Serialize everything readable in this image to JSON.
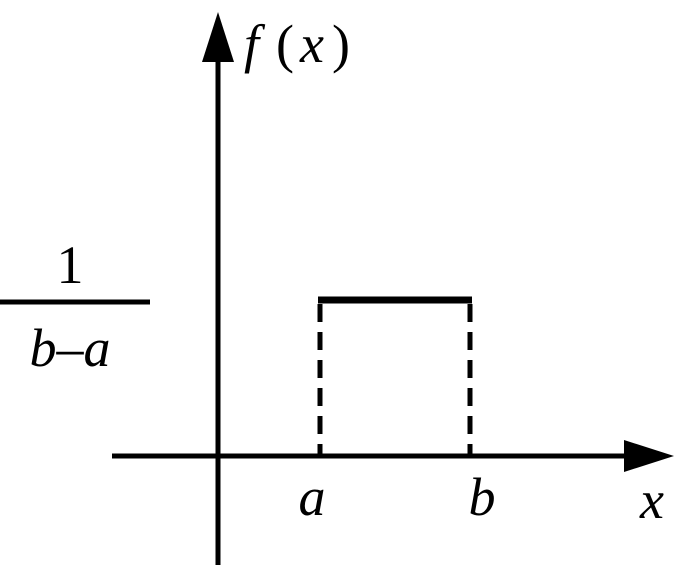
{
  "diagram": {
    "y_axis_label_f": "f",
    "y_axis_label_open": "(",
    "y_axis_label_x": "x",
    "y_axis_label_close": ")",
    "x_axis_label": "x",
    "tick_a": "a",
    "tick_b": "b",
    "height_numerator": "1",
    "height_denominator": "b–a",
    "stroke_color": "#000000"
  }
}
